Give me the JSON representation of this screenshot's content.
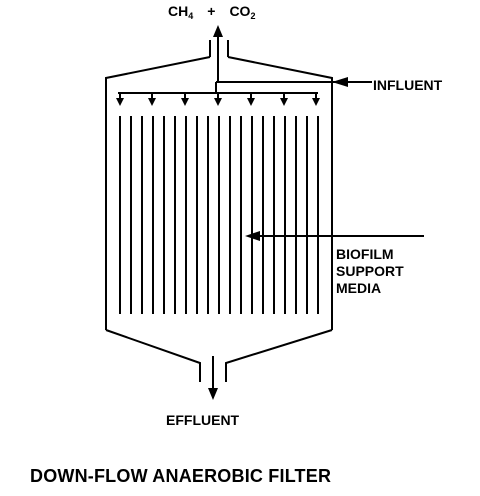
{
  "labels": {
    "gas_ch": "CH",
    "gas_ch_sub": "4",
    "gas_plus": "+",
    "gas_co": "CO",
    "gas_co_sub": "2",
    "influent": "INFLUENT",
    "biofilm_line1": "BIOFILM",
    "biofilm_line2": "SUPPORT",
    "biofilm_line3": "MEDIA",
    "effluent": "EFFLUENT",
    "caption": "DOWN-FLOW ANAEROBIC FILTER"
  },
  "colors": {
    "line": "#000000",
    "background": "#ffffff"
  }
}
